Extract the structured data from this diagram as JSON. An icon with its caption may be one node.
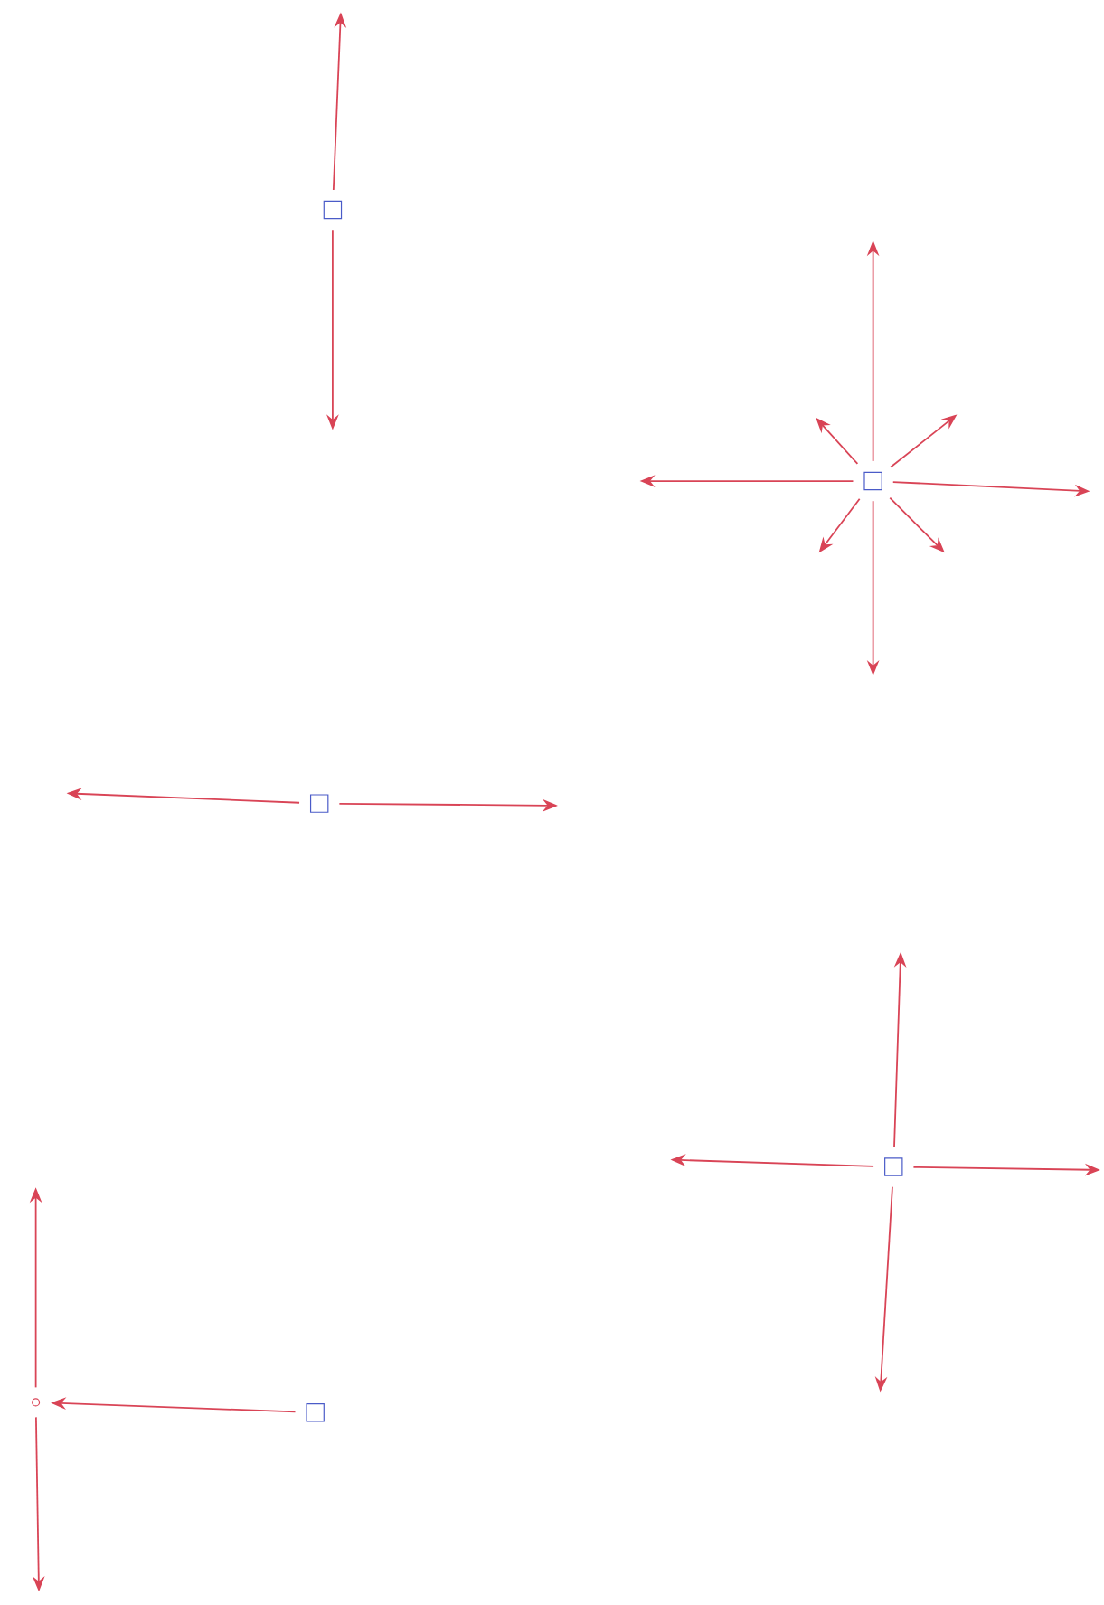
{
  "diagram": {
    "nodes": [
      {
        "text": [],
        "shape": "box"
      },
      {
        "text": [],
        "shape": "box"
      },
      {
        "text": [],
        "shape": "box"
      },
      {
        "text": [],
        "shape": "box"
      },
      {
        "text": [],
        "shape": "circle"
      },
      {
        "text": [],
        "shape": "box"
      }
    ],
    "edges": [
      {
        "from": 0,
        "to": null,
        "arrow": "to"
      },
      {
        "from": 0,
        "to": null,
        "arrow": "to"
      },
      {
        "from": 1,
        "to": null,
        "arrow": "to"
      },
      {
        "from": 1,
        "to": null,
        "arrow": "to"
      },
      {
        "from": 1,
        "to": null,
        "arrow": "to"
      },
      {
        "from": 1,
        "to": null,
        "arrow": "to"
      },
      {
        "from": 1,
        "to": null,
        "arrow": "to"
      },
      {
        "from": 1,
        "to": null,
        "arrow": "to"
      },
      {
        "from": 1,
        "to": null,
        "arrow": "to"
      },
      {
        "from": 1,
        "to": null,
        "arrow": "to"
      },
      {
        "from": 2,
        "to": null,
        "arrow": "to"
      },
      {
        "from": 2,
        "to": null,
        "arrow": "to"
      },
      {
        "from": 3,
        "to": null,
        "arrow": "to"
      },
      {
        "from": 3,
        "to": null,
        "arrow": "to"
      },
      {
        "from": 3,
        "to": null,
        "arrow": "to"
      },
      {
        "from": 3,
        "to": null,
        "arrow": "to"
      },
      {
        "from": 5,
        "to": 4,
        "arrow": "to"
      },
      {
        "from": 4,
        "to": null,
        "arrow": "to"
      },
      {
        "from": 4,
        "to": null,
        "arrow": "to"
      }
    ]
  }
}
